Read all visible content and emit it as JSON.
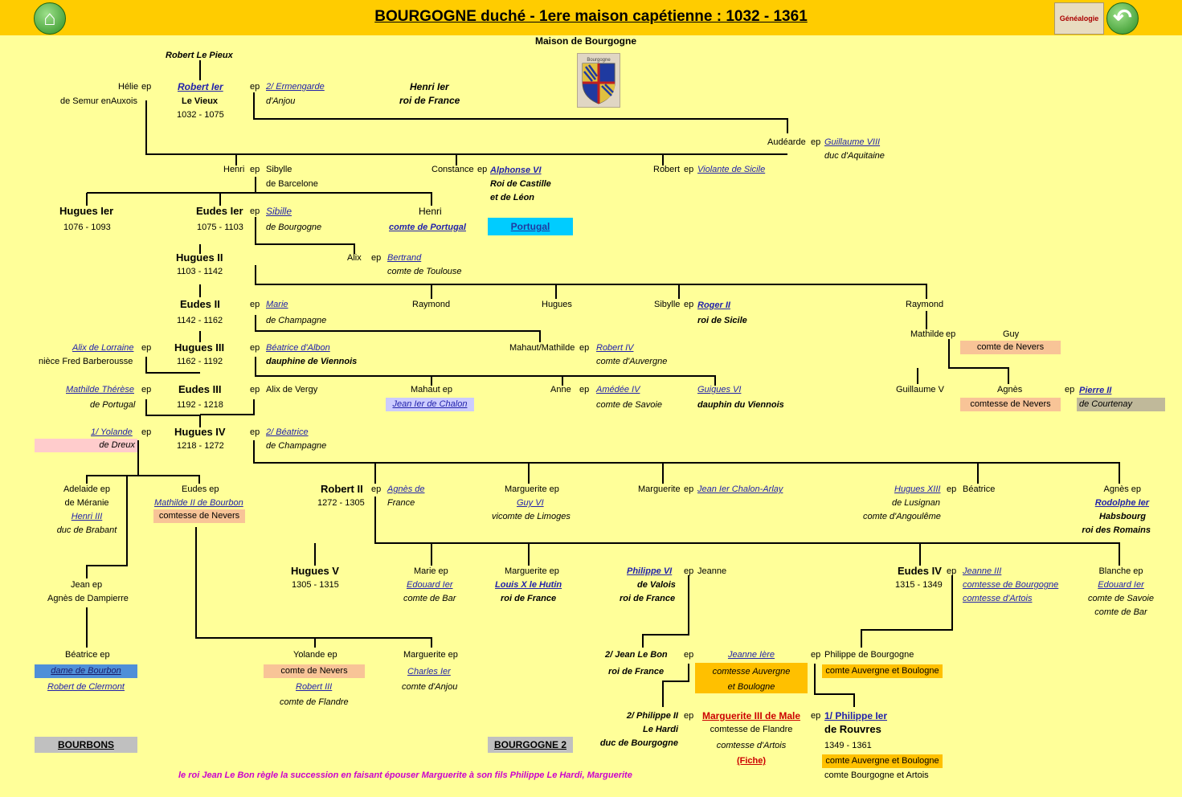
{
  "header": {
    "title": "BOURGOGNE  duché - 1ere maison capétienne : 1032 - 1361",
    "genealogie_label": "Généalogie"
  },
  "maison": "Maison de Bourgogne",
  "crest_label": "Bourgogne",
  "people": {
    "robert_pieux": "Robert Le Pieux",
    "helie": "Hélie",
    "helie_2": "de Semur enAuxois",
    "robert1": "Robert Ier",
    "robert1_2": "Le Vieux",
    "robert1_3": "1032 - 1075",
    "ermengarde": "2/ Ermengarde",
    "ermengarde_2": "d'Anjou",
    "henri1": "Henri Ier",
    "henri1_2": "roi de France",
    "audearde": "Audéarde",
    "guillaume8": "Guillaume VIII",
    "guillaume8_2": "duc d'Aquitaine",
    "henri": "Henri",
    "sibylle": "Sibylle",
    "sibylle_2": "de Barcelone",
    "constance": "Constance",
    "alphonse6": "Alphonse VI",
    "alphonse6_2": "Roi de Castille",
    "alphonse6_3": "et de Léon",
    "robert": "Robert",
    "violante": "Violante de Sicile",
    "hugues1": "Hugues Ier",
    "hugues1_2": "1076 - 1093",
    "eudes1": "Eudes Ier",
    "eudes1_2": "1075 - 1103",
    "sibille": "Sibille",
    "sibille_2": "de Bourgogne",
    "henri_p": "Henri",
    "henri_p_2": "comte de Portugal",
    "portugal": "Portugal",
    "hugues2": "Hugues II",
    "hugues2_2": "1103 - 1142",
    "alix": "Alix",
    "bertrand": "Bertrand",
    "bertrand_2": "comte de Toulouse",
    "eudes2": "Eudes II",
    "eudes2_2": "1142 - 1162",
    "marie": "Marie",
    "marie_2": "de Champagne",
    "raymond1": "Raymond",
    "hugues_x": "Hugues",
    "sibylle_s": "Sibylle",
    "roger2": "Roger II",
    "roger2_2": "roi de Sicile",
    "raymond2": "Raymond",
    "alix_lorraine": "Alix de Lorraine",
    "alix_lorraine_2": "nièce Fred Barberousse",
    "hugues3": "Hugues III",
    "hugues3_2": "1162 - 1192",
    "beatrice_albon": "Béatrice d'Albon",
    "beatrice_albon_2": "dauphine de Viennois",
    "mahaut_mathilde": "Mahaut/Mathilde",
    "robert4": "Robert IV",
    "robert4_2": "comte d'Auvergne",
    "mathilde": "Mathilde",
    "guy": "Guy",
    "guy_2": "comte de Nevers",
    "mathilde_therese": "Mathilde Thérèse",
    "mathilde_therese_2": "de Portugal",
    "eudes3": "Eudes III",
    "eudes3_2": "1192 - 1218",
    "alix_vergy": "Alix de Vergy",
    "mahaut": "Mahaut ep",
    "jean1_chalon": "Jean Ier de Chalon",
    "anne": "Anne",
    "amedee4": "Amédée IV",
    "amedee4_2": "comte de Savoie",
    "guigues6": "Guigues VI",
    "guigues6_2": "dauphin du Viennois",
    "guillaume5": "Guillaume V",
    "agnes": "Agnès",
    "agnes_2": "comtesse de Nevers",
    "pierre2": "Pierre II",
    "pierre2_2": "de Courtenay",
    "yolande1": "1/ Yolande",
    "yolande1_2": "de Dreux",
    "hugues4": "Hugues IV",
    "hugues4_2": "1218 - 1272",
    "beatrice2": "2/ Béatrice",
    "beatrice2_2": "de Champagne",
    "adelaide": "Adelaide ep",
    "adelaide_2": "de Méranie",
    "adelaide_3": "Henri III",
    "adelaide_4": "duc de Brabant",
    "eudes_ep": "Eudes ep",
    "mathilde2_bourbon": "Mathilde II de Bourbon",
    "mathilde2_bourbon_2": "comtesse de Nevers",
    "robert2": "Robert II",
    "robert2_2": "1272 - 1305",
    "agnes_de": "Agnès de",
    "agnes_de_2": "France",
    "marguerite_ep1": "Marguerite ep",
    "guy6": "Guy VI",
    "guy6_2": "vicomte de Limoges",
    "marguerite2": "Marguerite",
    "jean1_chalon_arlay": "Jean Ier Chalon-Arlay",
    "hugues13": "Hugues XIII",
    "hugues13_2": "de Lusignan",
    "hugues13_3": "comte d'Angoulême",
    "beatrice_h": "Béatrice",
    "agnes_ep": "Agnès ep",
    "rodolphe1": "Rodolphe Ier",
    "rodolphe1_2": "Habsbourg",
    "rodolphe1_3": "roi des Romains",
    "jean_ep": "Jean ep",
    "jean_ep_2": "Agnès de Dampierre",
    "hugues5": "Hugues V",
    "hugues5_2": "1305 - 1315",
    "marie_ep": "Marie ep",
    "edouard1": "Edouard Ier",
    "edouard1_2": "comte de Bar",
    "marguerite_ep2": "Marguerite ep",
    "louis10": "Louis X le Hutin",
    "louis10_2": "roi de France",
    "philippe6": "Philippe VI",
    "philippe6_2": "de Valois",
    "philippe6_3": "roi de France",
    "jeanne": "Jeanne",
    "eudes4": "Eudes IV",
    "eudes4_2": "1315 - 1349",
    "jeanne3": "Jeanne III",
    "jeanne3_2": "comtesse de Bourgogne",
    "jeanne3_3": "comtesse d'Artois",
    "blanche_ep": "Blanche ep",
    "edouard1b": "Edouard Ier",
    "edouard1b_2": "comte de Savoie",
    "edouard1b_3": "comte de Bar",
    "beatrice_ep": "Béatrice ep",
    "dame_bourbon": "dame de Bourbon",
    "robert_clermont": "Robert de Clermont",
    "yolande_ep": "Yolande ep",
    "yolande_ep_2": "comte de Nevers",
    "robert3": "Robert III",
    "robert3_2": "comte de Flandre",
    "marguerite_ep3": "Marguerite ep",
    "charles1": "Charles Ier",
    "charles1_2": "comte d'Anjou",
    "jean_bon": "2/ Jean Le Bon",
    "jean_bon_2": "roi de France",
    "jeanne1": "Jeanne Ière",
    "jeanne1_2": "comtesse Auvergne",
    "jeanne1_3": "et  Boulogne",
    "philippe_bourgogne": "Philippe de Bourgogne",
    "philippe_bourgogne_2": "comte Auvergne et Boulogne",
    "philippe_hardi": "2/ Philippe II",
    "philippe_hardi_2": "Le Hardi",
    "philippe_hardi_3": "duc de Bourgogne",
    "marguerite3": "Marguerite III de Male",
    "marguerite3_2": "comtesse de Flandre",
    "marguerite3_3": "comtesse d'Artois",
    "marguerite3_4": "(Fiche)",
    "philippe1": "1/ Philippe Ier",
    "philippe1_2": "de Rouvres",
    "philippe1_3": "1349 - 1361",
    "philippe1_4": "comte Auvergne et Boulogne",
    "philippe1_5": "comte Bourgogne et Artois"
  },
  "ep": "ep",
  "nav": {
    "bourbons": "BOURBONS",
    "bourgogne2": "BOURGOGNE 2"
  },
  "footer": "le roi Jean Le Bon règle la succession en faisant épouser Marguerite à son fils Philippe Le Hardi, Marguerite",
  "colors": {
    "background": "#ffff99",
    "header": "#ffcc00",
    "salmon": "#f8c497",
    "portugal": "#00ccff",
    "lavender": "#ccccff",
    "pink": "#ffcccc",
    "gray": "#c0c0c0",
    "tan": "#c0b99a",
    "blue": "#4f8fd8",
    "orange": "#ffc000",
    "link": "#2222aa",
    "footer": "#cc00cc"
  }
}
